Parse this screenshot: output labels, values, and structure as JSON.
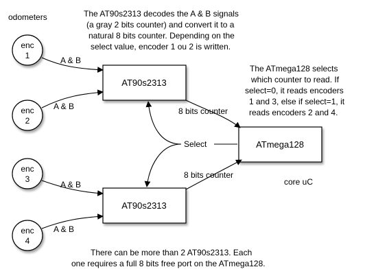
{
  "diagram": {
    "odometers_label": "odometers",
    "core_label": "core uC",
    "note_decoder": [
      "The AT90s2313 decodes the A & B signals",
      "(a gray 2 bits counter) and convert it to a",
      "natural 8 bits counter. Depending on the",
      "select value, encoder 1 ou 2 is written."
    ],
    "note_atmega": [
      "The ATmega128 selects",
      "which counter to read. If",
      "select=0, it reads encoders",
      "1 and 3, else if select=1, it",
      "reads encoders 2 and 4."
    ],
    "note_bottom": [
      "There can be more than 2 AT90s2313. Each",
      "one requires a full 8 bits free port on the ATmega128."
    ],
    "encoders": [
      {
        "line1": "enc",
        "line2": "1"
      },
      {
        "line1": "enc",
        "line2": "2"
      },
      {
        "line1": "enc",
        "line2": "3"
      },
      {
        "line1": "enc",
        "line2": "4"
      }
    ],
    "ab_label": "A & B",
    "decoder_top": "AT90s2313",
    "decoder_bottom": "AT90s2313",
    "atmega": "ATmega128",
    "bus_top_label": "8 bits counter",
    "bus_bottom_label": "8 bits counter",
    "select_label": "Select"
  }
}
